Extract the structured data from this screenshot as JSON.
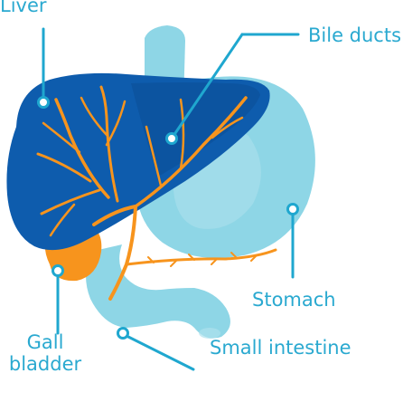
{
  "labels": {
    "liver": "Liver",
    "bile_ducts": "Bile ducts",
    "stomach": "Stomach",
    "gall_bladder_line1": "Gall",
    "gall_bladder_line2": "bladder",
    "small_intestine": "Small intestine"
  },
  "colors": {
    "liver": "#0e5cad",
    "liver_dark": "#0b4f97",
    "stomach": "#8ed6e6",
    "stomach_light": "#aee1ec",
    "bile": "#f7941d",
    "label_text": "#2aa9d0",
    "pointer": "#1fa7cf",
    "pin_fill": "#ffffff"
  }
}
